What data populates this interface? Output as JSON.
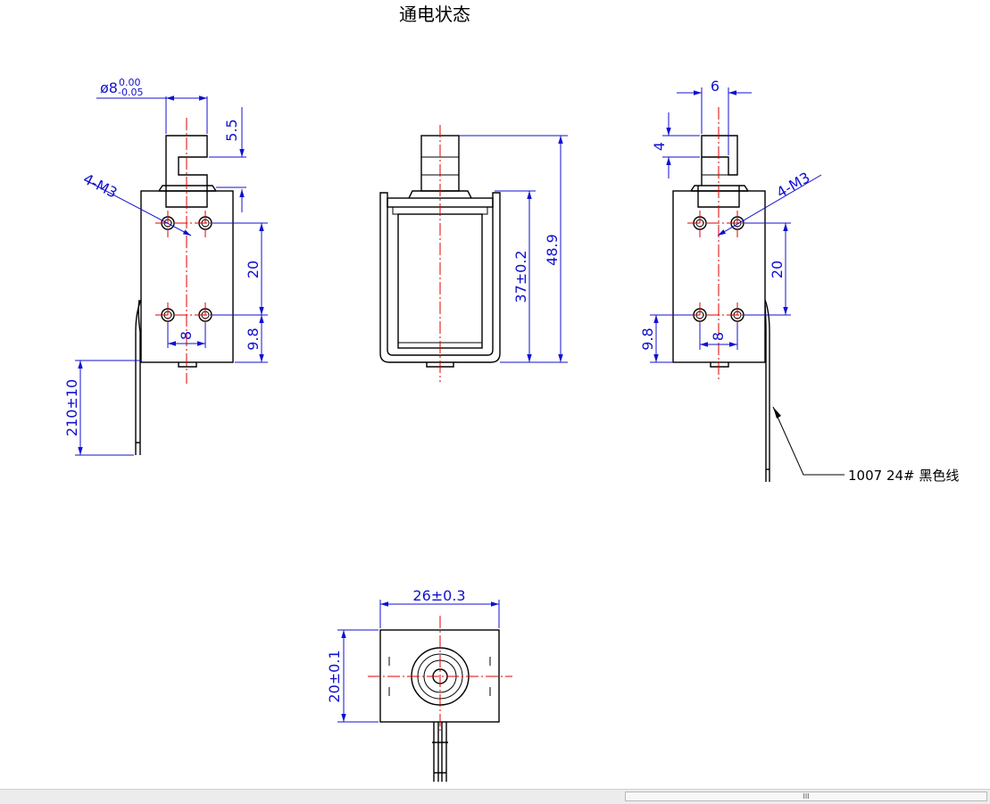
{
  "title": "通电状态",
  "front_view": {
    "diameter_label": "ø8",
    "tol_upper": "0.00",
    "tol_lower": "-0.05",
    "plunger_ext": "5.5",
    "thread_note": "4-M3",
    "hole_vertical": "20",
    "hole_horizontal": "8",
    "hole_to_bottom": "9.8",
    "lead_length": "210±10"
  },
  "side_view": {
    "frame_height": "37±0.2",
    "overall_height": "48.9"
  },
  "right_view": {
    "width": "6",
    "height": "4",
    "thread_note": "4-M3",
    "hole_vertical": "20",
    "hole_horizontal": "8",
    "hole_to_bottom": "9.8",
    "wire_callout": "1007  24# 黑色线"
  },
  "bottom_view": {
    "width": "26±0.3",
    "height": "20±0.1"
  },
  "scrollbar": {
    "grip": "III"
  }
}
